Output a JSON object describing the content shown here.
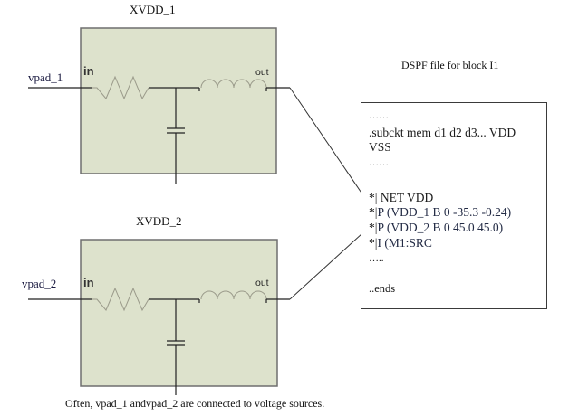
{
  "blocks": [
    {
      "title": "XVDD_1",
      "input_label": "vpad_1",
      "in_label": "in",
      "out_label": "out"
    },
    {
      "title": "XVDD_2",
      "input_label": "vpad_2",
      "in_label": "in",
      "out_label": "out"
    }
  ],
  "dspf": {
    "title": "DSPF file for block I1",
    "lines": [
      {
        "text": "……"
      },
      {
        "text": ".subckt mem d1 d2 d3... VDD"
      },
      {
        "text": "VSS"
      },
      {
        "text": "……"
      },
      {
        "text": ""
      },
      {
        "prefix": "*|",
        "text": " NET VDD"
      },
      {
        "prefix": "*|",
        "text": "P (VDD_1 B 0 -35.3 -0.24)"
      },
      {
        "prefix": "*|",
        "text": "P (VDD_2 B 0 45.0 45.0)"
      },
      {
        "prefix": "*|",
        "text": "I (M1:SRC"
      },
      {
        "text": "….."
      },
      {
        "text": ""
      },
      {
        "text": "..ends"
      }
    ]
  },
  "caption": "Often, vpad_1 andvpad_2 are connected to voltage sources.",
  "colors": {
    "block_fill": "#dde2cc",
    "block_border": "#6e6e6e",
    "wire": "#222222",
    "component": "#9a9a8a"
  }
}
